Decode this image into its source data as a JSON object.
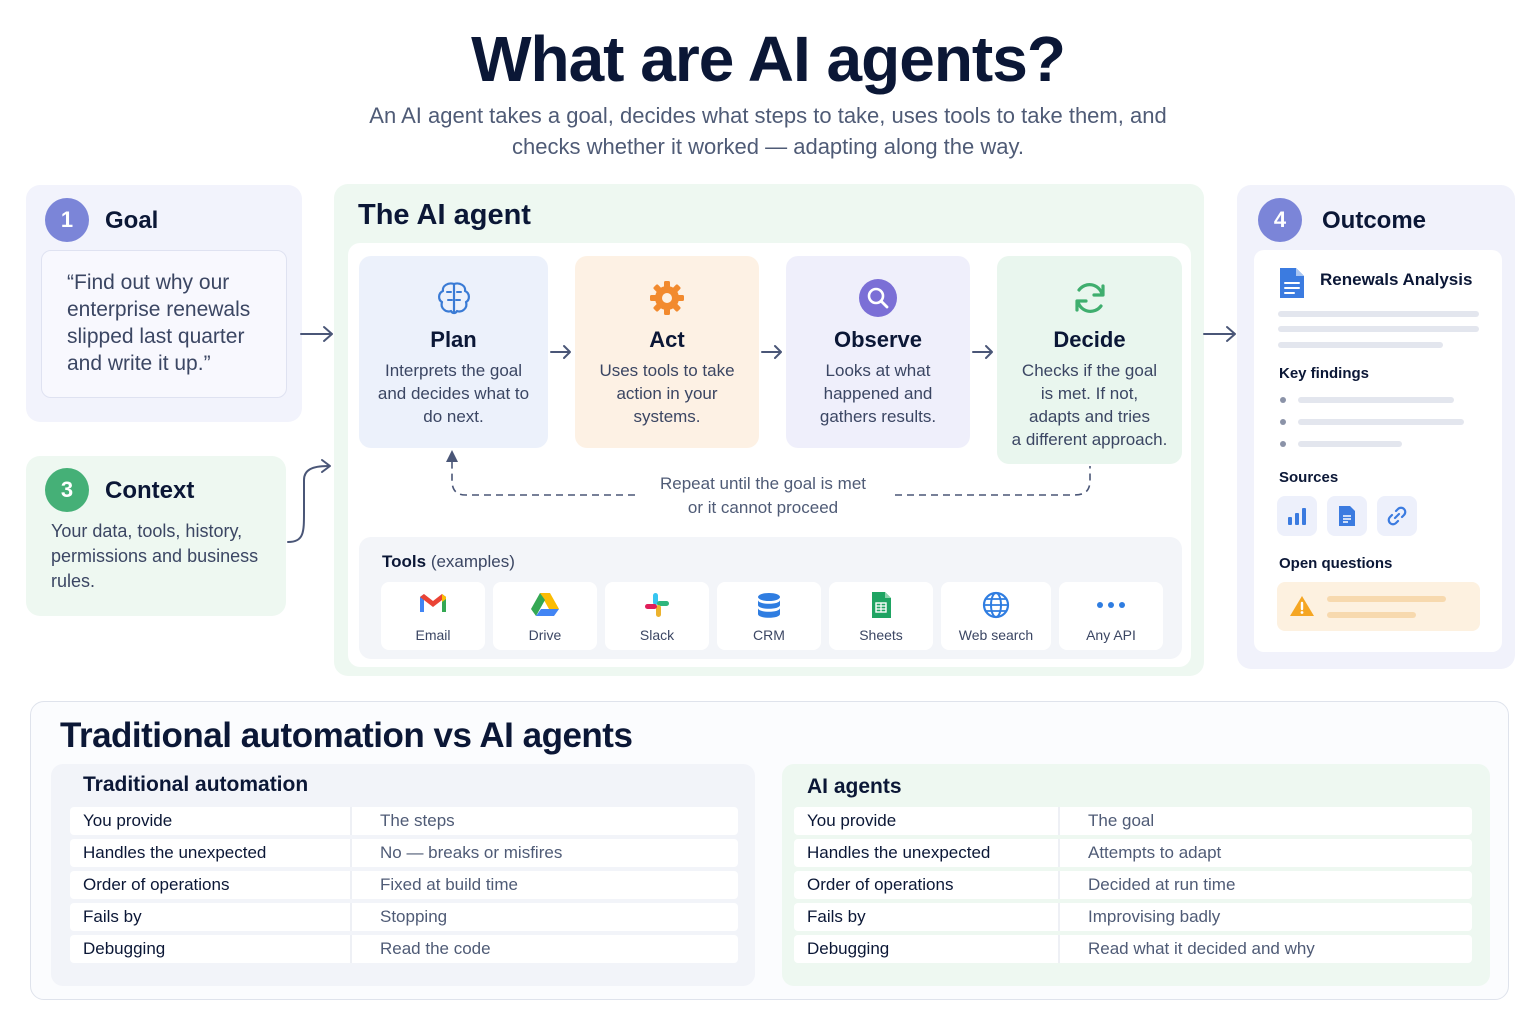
{
  "header": {
    "title": "What are AI agents?",
    "subtitle_line1": "An AI agent takes a goal, decides what steps to take, uses tools to take them, and",
    "subtitle_line2": "checks whether it worked — adapting along the way."
  },
  "goal": {
    "number": "1",
    "heading": "Goal",
    "quote_lines": [
      "“Find out why our",
      "enterprise renewals",
      "slipped last quarter",
      "and write it up.”"
    ]
  },
  "context": {
    "number": "3",
    "heading": "Context",
    "text_lines": [
      "Your data, tools, history,",
      "permissions and business",
      "rules."
    ]
  },
  "agent": {
    "heading": "The AI agent",
    "steps": [
      {
        "name": "Plan",
        "desc_lines": [
          "Interprets the goal",
          "and decides what to",
          "do next."
        ]
      },
      {
        "name": "Act",
        "desc_lines": [
          "Uses tools to take",
          "action in your",
          "systems."
        ]
      },
      {
        "name": "Observe",
        "desc_lines": [
          "Looks at what",
          "happened and",
          "gathers results."
        ]
      },
      {
        "name": "Decide",
        "desc_lines": [
          "Checks if the goal",
          "is met. If not,",
          "adapts and tries",
          "a different approach."
        ]
      }
    ],
    "loop_lines": [
      "Repeat until the goal is met",
      "or it cannot proceed"
    ],
    "tools_label": "Tools",
    "tools_label_suffix": "(examples)",
    "tools": [
      {
        "label": "Email",
        "icon": "gmail-icon"
      },
      {
        "label": "Drive",
        "icon": "drive-icon"
      },
      {
        "label": "Slack",
        "icon": "slack-icon"
      },
      {
        "label": "CRM",
        "icon": "database-icon"
      },
      {
        "label": "Sheets",
        "icon": "sheets-icon"
      },
      {
        "label": "Web search",
        "icon": "globe-icon"
      },
      {
        "label": "Any API",
        "icon": "dots-icon"
      }
    ]
  },
  "outcome": {
    "number": "4",
    "heading": "Outcome",
    "doc_title": "Renewals Analysis",
    "key_findings": "Key findings",
    "sources": "Sources",
    "open_questions": "Open questions"
  },
  "comparison": {
    "title": "Traditional automation vs AI agents",
    "traditional": {
      "heading": "Traditional automation",
      "rows": [
        {
          "k": "You provide",
          "v": "The steps"
        },
        {
          "k": "Handles the unexpected",
          "v": "No — breaks or misfires"
        },
        {
          "k": "Order of operations",
          "v": "Fixed at build time"
        },
        {
          "k": "Fails by",
          "v": "Stopping"
        },
        {
          "k": "Debugging",
          "v": "Read the code"
        }
      ]
    },
    "ai": {
      "heading": "AI agents",
      "rows": [
        {
          "k": "You provide",
          "v": "The goal"
        },
        {
          "k": "Handles the unexpected",
          "v": "Attempts to adapt"
        },
        {
          "k": "Order of operations",
          "v": "Decided at run time"
        },
        {
          "k": "Fails by",
          "v": "Improvising badly"
        },
        {
          "k": "Debugging",
          "v": "Read what it decided and why"
        }
      ]
    }
  },
  "colors": {
    "purple_badge": "#7b85d8",
    "green_badge": "#45b077",
    "arrow": "#4a5677",
    "plan_bg": "#ecf1fb",
    "act_bg": "#fdf1e4",
    "observe_bg": "#efeffb",
    "decide_bg": "#e9f6ee"
  }
}
